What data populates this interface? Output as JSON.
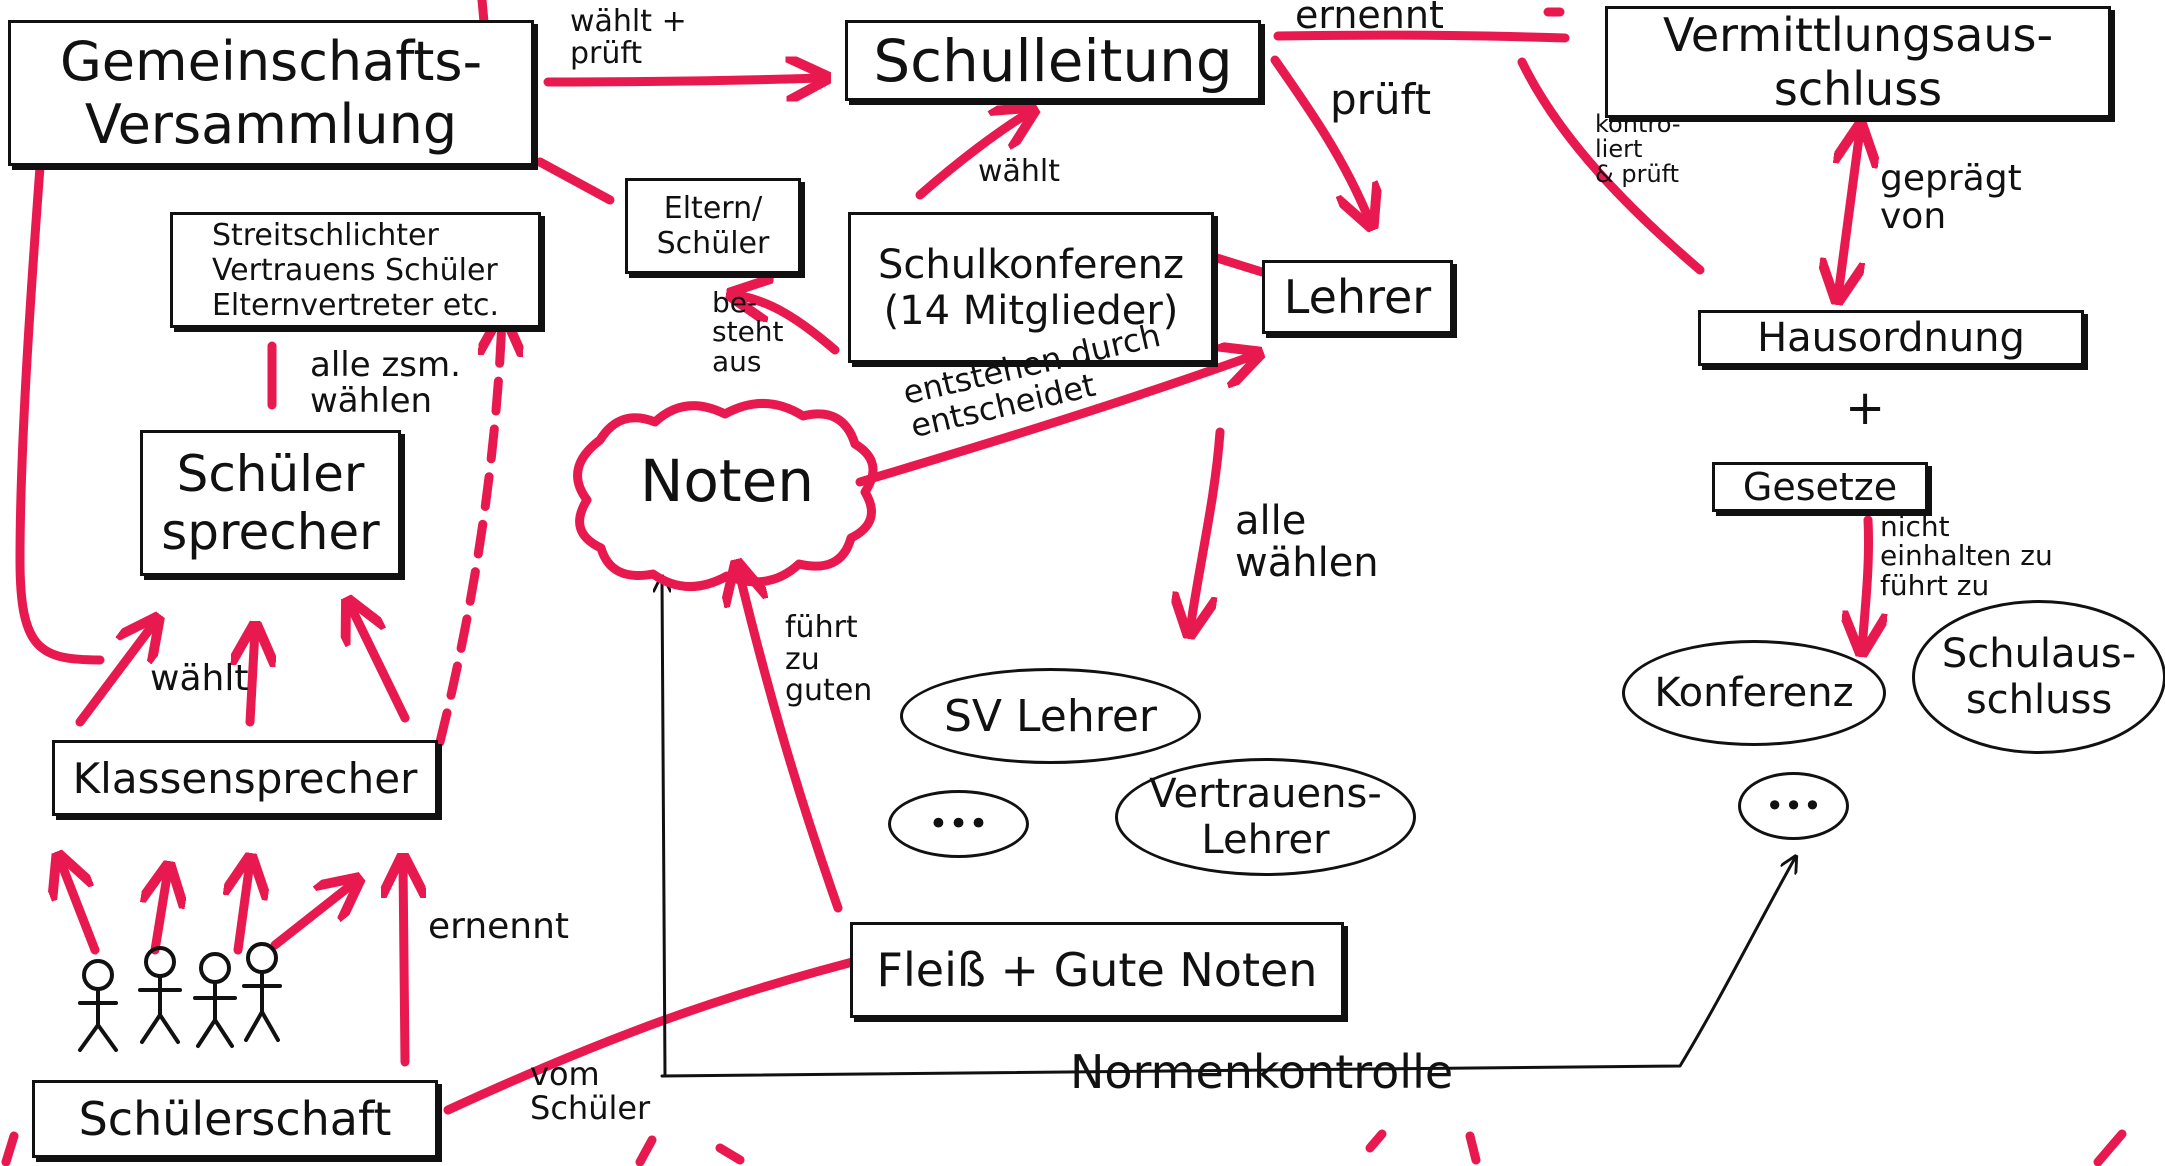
{
  "colors": {
    "arrow": "#e8194f",
    "ink": "#111111",
    "background": "#ffffff"
  },
  "nodes": {
    "gemeinschaftsversammlung": "Gemeinschafts-\nVersammlung",
    "schulleitung": "Schulleitung",
    "vermittlungsausschluss": "Vermittlungsaus-\nschluss",
    "streitschlichter": "Streitschlichter\nVertrauens Schüler\nElternvertreter etc.",
    "eltern_schueler": "Eltern/\nSchüler",
    "schulkonferenz": "Schulkonferenz\n(14 Mitglieder)",
    "lehrer": "Lehrer",
    "hausordnung": "Hausordnung",
    "plus": "+",
    "gesetze": "Gesetze",
    "schuelersprecher": "Schüler\nsprecher",
    "noten": "Noten",
    "klassensprecher": "Klassensprecher",
    "schuelerschaft": "Schülerschaft",
    "fleiss": "Fleiß + Gute Noten",
    "su_lehrer": "SV Lehrer",
    "dots_left": "•••",
    "vertrauenslehrer": "Vertrauens-\nLehrer",
    "konferenz": "Konferenz",
    "schulausschluss": "Schulaus-\nschluss",
    "dots_right": "•••"
  },
  "labels": {
    "waehlt_prueft": "wählt +\nprüft",
    "ernennt_top": "ernennt",
    "prueft": "prüft",
    "kontrolliert": "kontro-\nliert\n& prüft",
    "gepraegt_von": "geprägt\nvon",
    "waehlt_top": "wählt",
    "besteht_aus": "be-\nsteht\naus",
    "alle_zsm_waehlen": "alle zsm.\nwählen",
    "entstehen_durch": "entstehen durch\nentscheidet",
    "alle_waehlen": "alle\nwählen",
    "nicht_einhalten": "nicht\neinhalten zu\nführt zu",
    "fuehrt_zu_guten": "führt\nzu\nguten",
    "waehlt_left": "wählt",
    "ernennt_bottom": "ernennt",
    "vom_schueler": "vom\nSchüler",
    "normenkontrolle": "Normenkontrolle"
  }
}
